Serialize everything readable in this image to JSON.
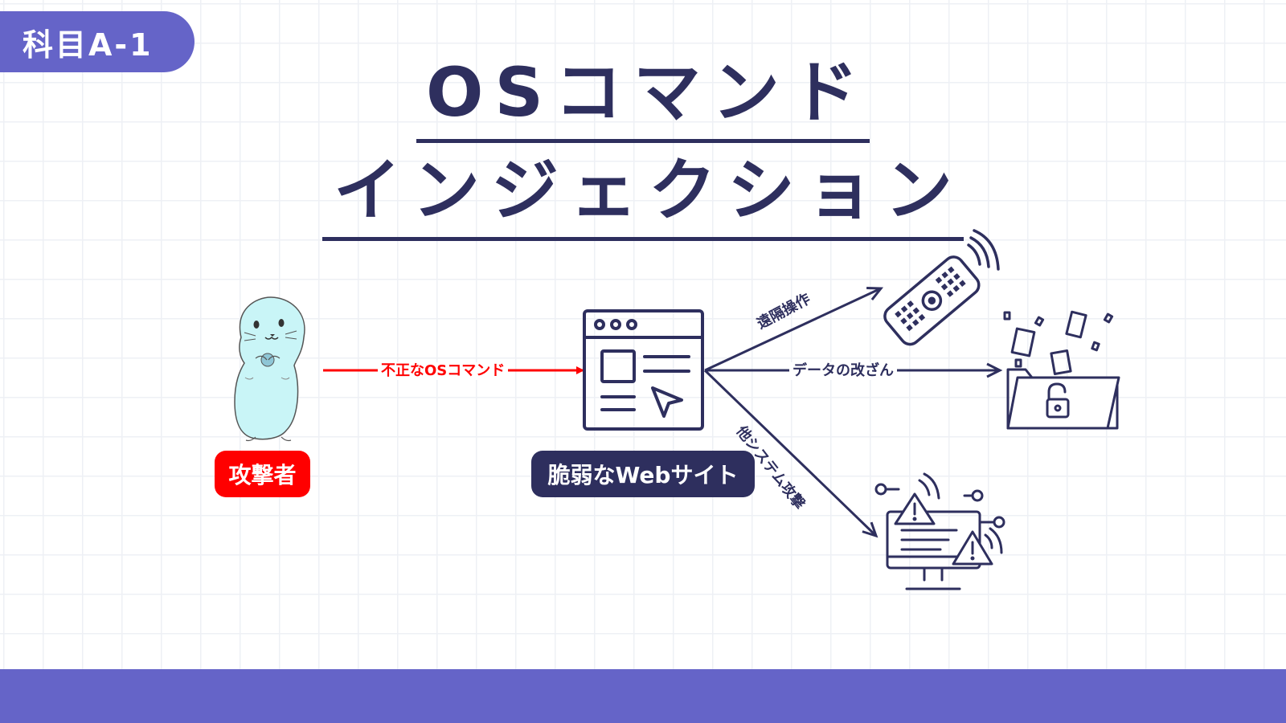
{
  "badge": "科目A-1",
  "title": {
    "line1": "OSコマンド",
    "line2": "インジェクション"
  },
  "nodes": {
    "attacker": "攻撃者",
    "website": "脆弱なWebサイト"
  },
  "edges": {
    "malicious_command": "不正なOSコマンド",
    "remote_control": "遠隔操作",
    "data_tampering": "データの改ざん",
    "attack_other_systems": "他システム攻撃"
  },
  "colors": {
    "accent": "#6564c8",
    "navy": "#2e2f5e",
    "attack_red": "#ff0000",
    "seal": "#c9f5f7"
  },
  "icons": [
    "seal-character-icon",
    "browser-window-icon",
    "remote-control-icon",
    "unlocked-folder-icon",
    "alert-monitor-icon"
  ]
}
